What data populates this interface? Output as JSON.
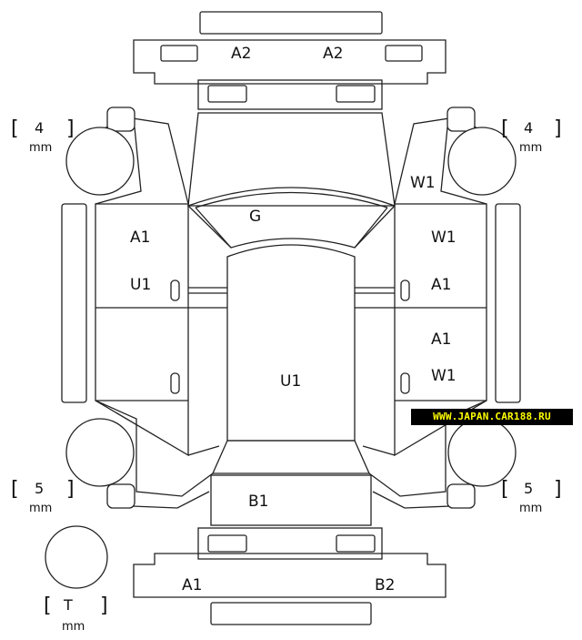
{
  "tire_depth": {
    "front_left": {
      "value": "4",
      "unit": "mm"
    },
    "front_right": {
      "value": "4",
      "unit": "mm"
    },
    "rear_left": {
      "value": "5",
      "unit": "mm"
    },
    "rear_right": {
      "value": "5",
      "unit": "mm"
    },
    "spare": {
      "value": "T",
      "unit": "mm"
    }
  },
  "damage_codes": {
    "front_bumper_left": "A2",
    "front_bumper_right": "A2",
    "windshield": "G",
    "right_fender_top": "W1",
    "left_front_door_1": "A1",
    "left_front_door_2": "U1",
    "right_front_door_1": "W1",
    "right_front_door_2": "A1",
    "right_rear_door_1": "A1",
    "right_rear_door_2": "W1",
    "roof": "U1",
    "trunk": "B1",
    "rear_bumper_left": "A1",
    "rear_bumper_right": "B2"
  },
  "watermark": "WWW.JAPAN.CAR188.RU",
  "colors": {
    "line": "#222222",
    "watermark_bg": "#000000",
    "watermark_text": "#ffff00"
  }
}
